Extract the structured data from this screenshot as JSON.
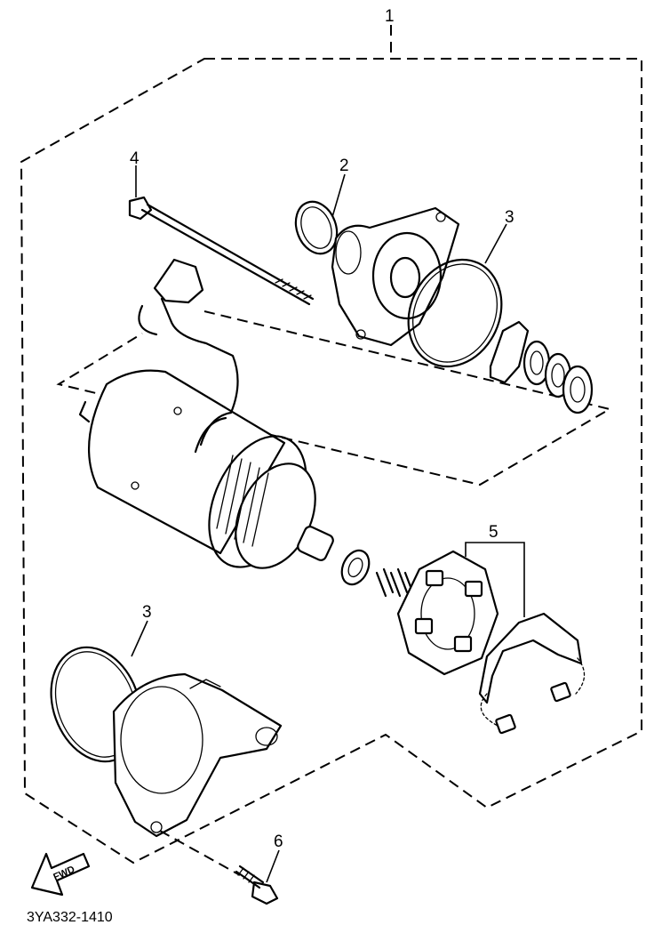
{
  "diagram": {
    "part_code": "3YA332-1410",
    "fwd_label": "FWD",
    "callouts": [
      {
        "id": "callout-1",
        "number": "1"
      },
      {
        "id": "callout-2",
        "number": "2"
      },
      {
        "id": "callout-3-upper",
        "number": "3"
      },
      {
        "id": "callout-4",
        "number": "4"
      },
      {
        "id": "callout-5",
        "number": "5"
      },
      {
        "id": "callout-3-lower",
        "number": "3"
      },
      {
        "id": "callout-6",
        "number": "6"
      }
    ]
  }
}
